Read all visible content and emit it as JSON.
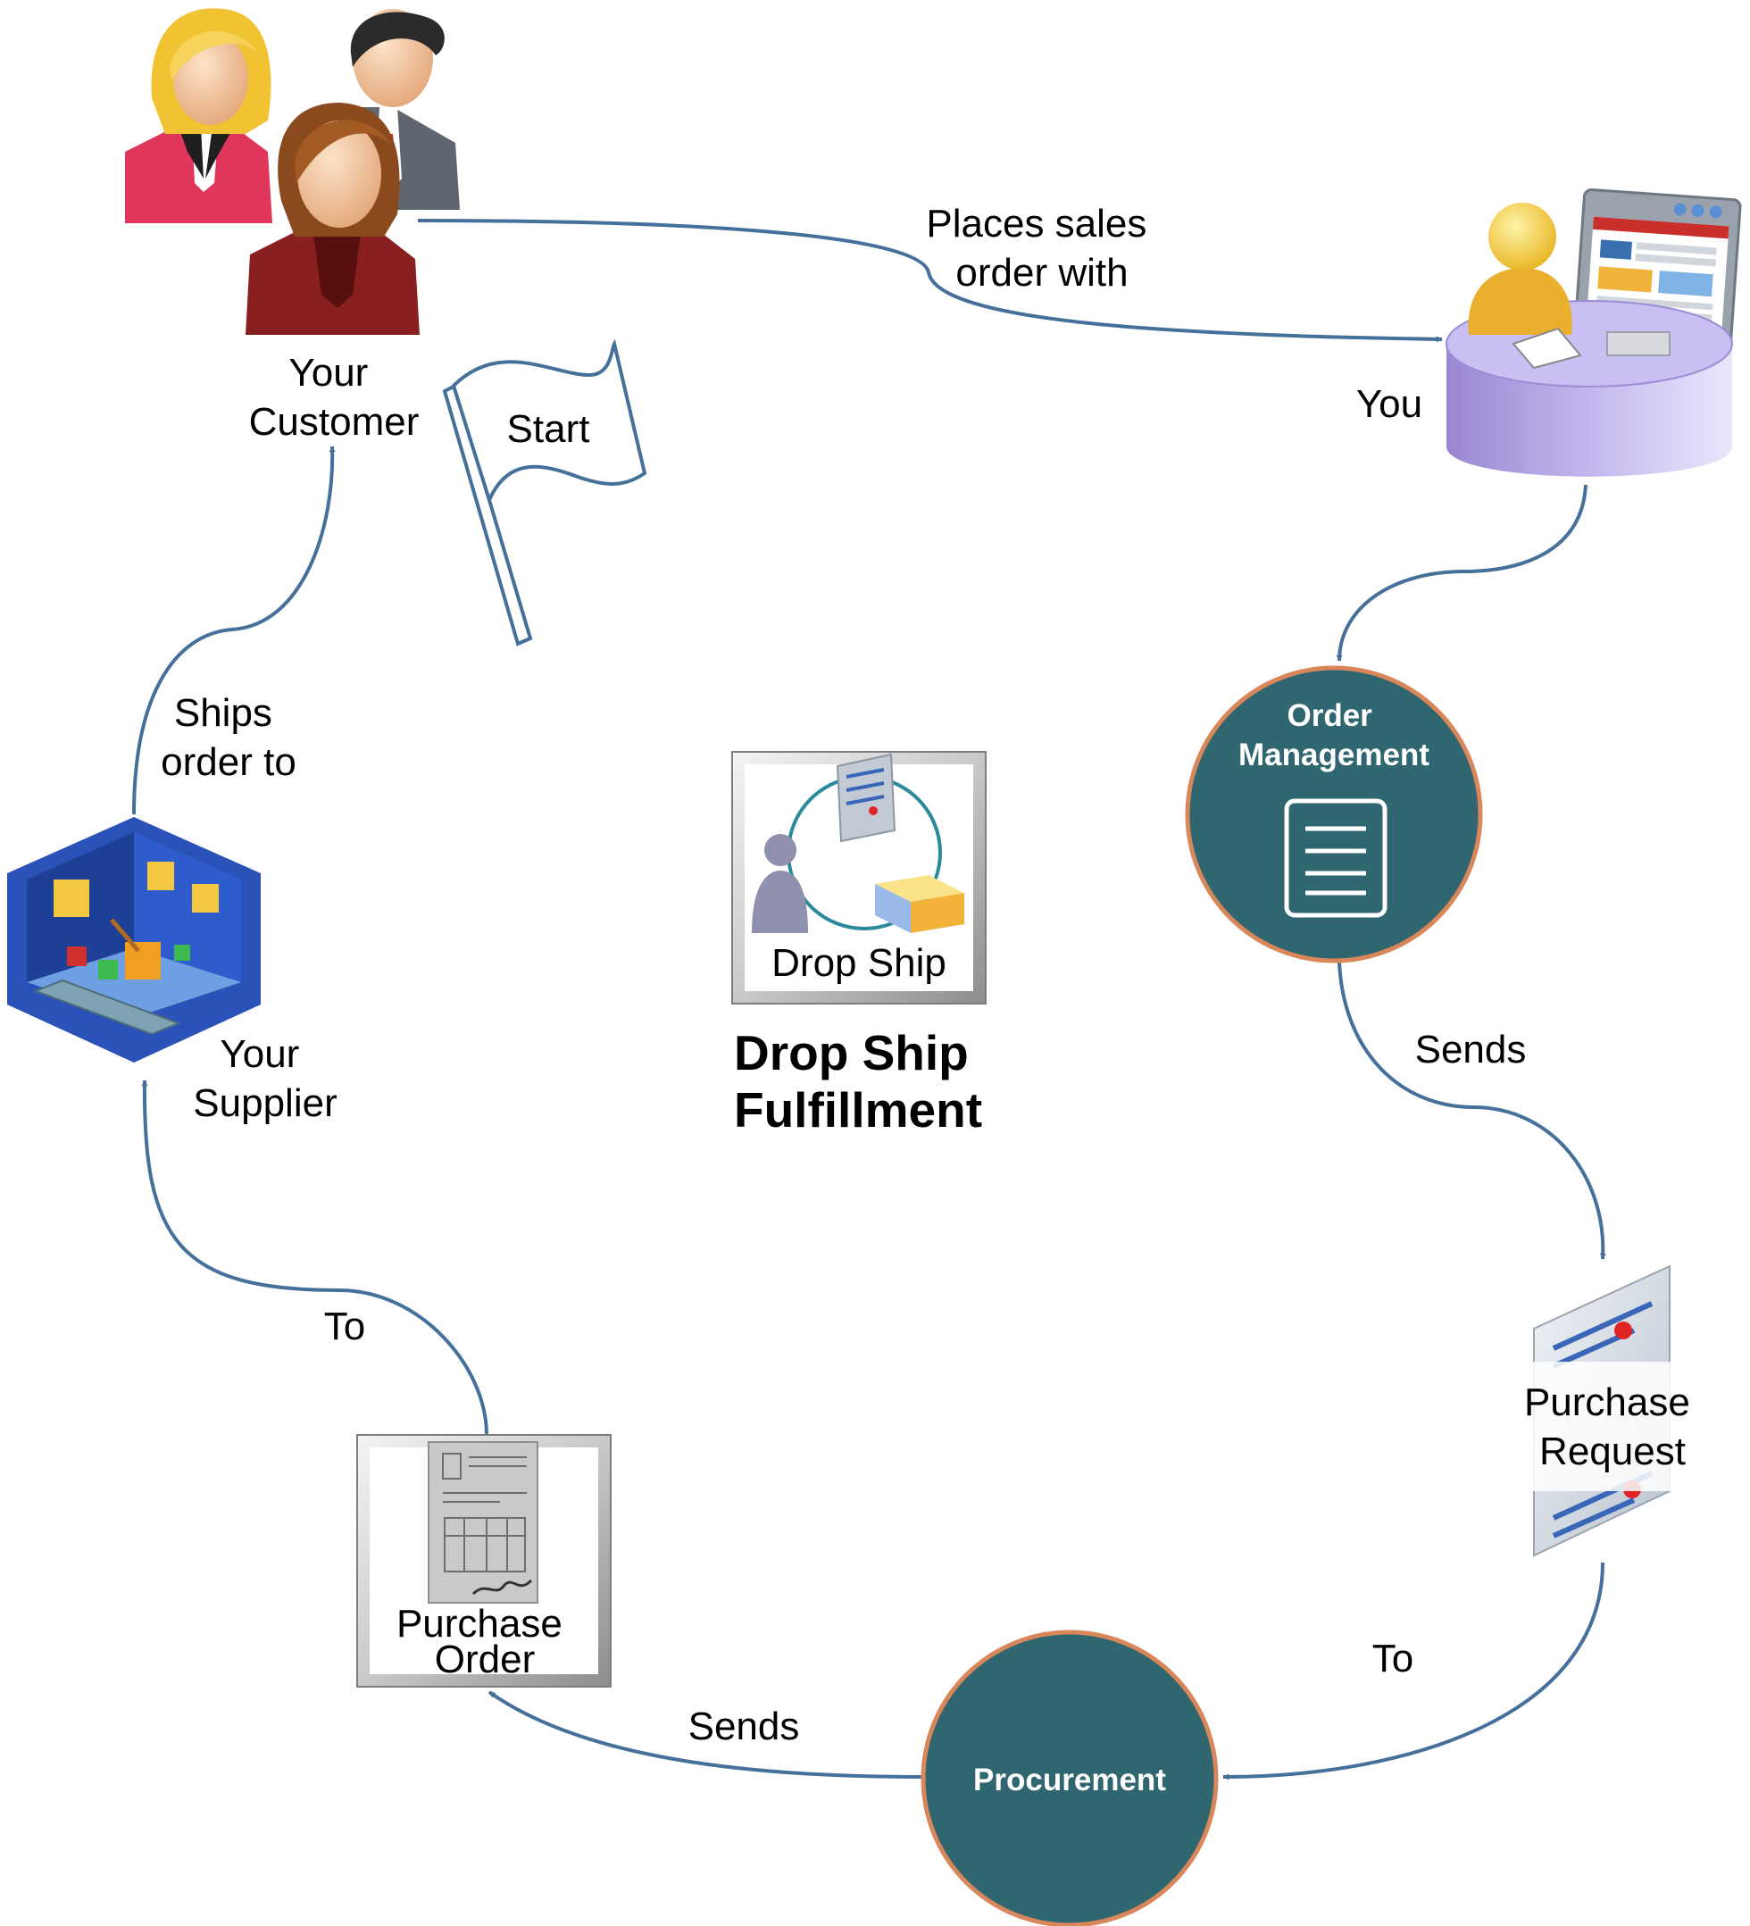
{
  "title": [
    "Drop Ship",
    "Fulfillment"
  ],
  "colors": {
    "arrow": "#44709a",
    "circle_fill": "#2f6670",
    "circle_border": "#d9875a",
    "circle_text": "#ffffff"
  },
  "nodes": {
    "customer": {
      "lines": [
        "Your",
        "Customer"
      ],
      "icon": "customer-group-icon"
    },
    "you": {
      "label": "You",
      "icon": "user-at-desk-icon"
    },
    "order_management": {
      "lines": [
        "Order",
        "Management"
      ],
      "icon": "document-icon"
    },
    "purchase_request": {
      "lines": [
        "Purchase",
        "Request"
      ],
      "icon": "request-document-icon"
    },
    "procurement": {
      "label": "Procurement"
    },
    "purchase_order": {
      "lines": [
        "Purchase",
        "Order"
      ],
      "icon": "signed-form-icon"
    },
    "supplier": {
      "lines": [
        "Your",
        "Supplier"
      ],
      "icon": "factory-icon"
    },
    "drop_ship": {
      "label": "Drop Ship",
      "icon": "drop-ship-cycle-icon"
    },
    "start_flag": {
      "label": "Start",
      "icon": "flag-icon"
    }
  },
  "edges": [
    {
      "from": "customer",
      "to": "you",
      "lines": [
        "Places sales",
        "order with"
      ]
    },
    {
      "from": "you",
      "to": "order_management",
      "lines": []
    },
    {
      "from": "order_management",
      "to": "purchase_request",
      "lines": [
        "Sends"
      ]
    },
    {
      "from": "purchase_request",
      "to": "procurement",
      "lines": [
        "To"
      ]
    },
    {
      "from": "procurement",
      "to": "purchase_order",
      "lines": [
        "Sends"
      ]
    },
    {
      "from": "purchase_order",
      "to": "supplier",
      "lines": [
        "To"
      ]
    },
    {
      "from": "supplier",
      "to": "customer",
      "lines": [
        "Ships",
        "order to"
      ]
    }
  ]
}
